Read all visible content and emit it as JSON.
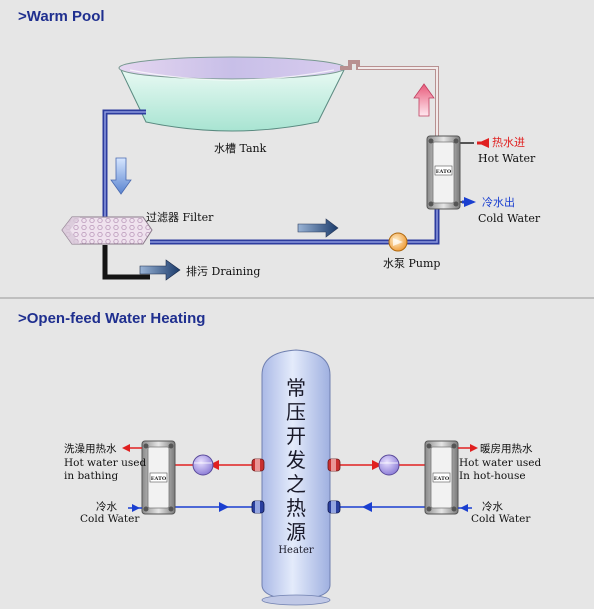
{
  "warm_pool": {
    "title": ">Warm Pool",
    "tank_label": "水槽 Tank",
    "filter_label": "过滤器 Filter",
    "draining_label": "排污 Draining",
    "pump_label": "水泵 Pump",
    "hot_water_cn": "热水进",
    "hot_water_en": "Hot Water",
    "cold_water_cn": "冷水出",
    "cold_water_en": "Cold Water",
    "exchanger_badge": "EATO"
  },
  "open_feed": {
    "title": ">Open-feed Water Heating",
    "heater_chars": [
      "常",
      "压",
      "开",
      "发",
      "之",
      "热",
      "源"
    ],
    "heater_label": "Heater",
    "left_cn": "洗澡用热水",
    "left_en_1": "Hot water used",
    "left_en_2": "in bathing",
    "left_cold_cn": "冷水",
    "left_cold_en": "Cold Water",
    "right_cn": "暖房用热水",
    "right_en_1": "Hot water used",
    "right_en_2": "In hot-house",
    "right_cold_cn": "冷水",
    "right_cold_en": "Cold Water",
    "exchanger_badge": "EATO"
  },
  "colors": {
    "title": "#1f2f8f",
    "hot_red": "#e02020",
    "cold_blue": "#1840d0",
    "pipe_blue": "#2840b0"
  }
}
